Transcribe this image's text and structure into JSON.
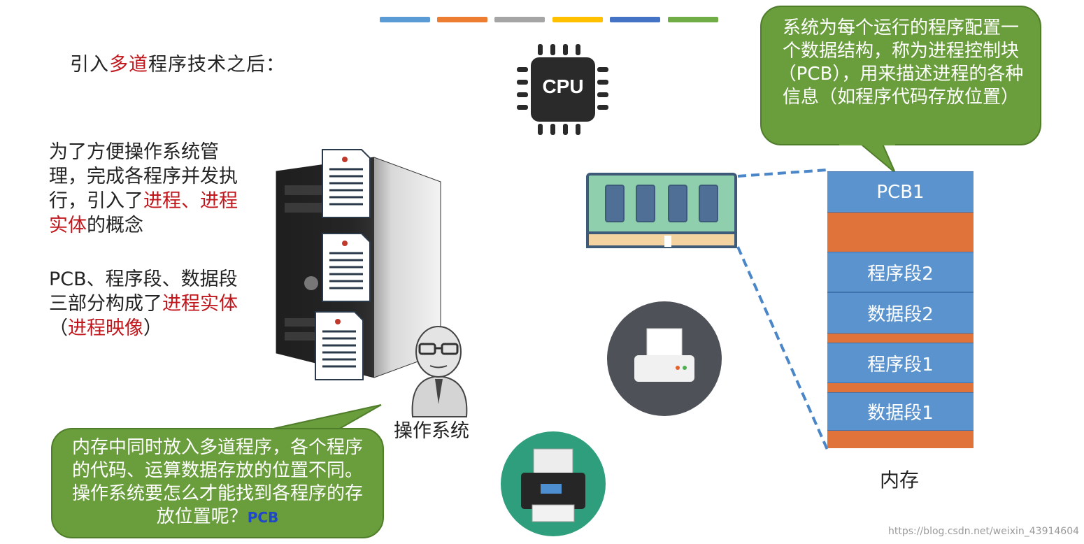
{
  "heading": {
    "prefix": "引入",
    "highlight": "多道",
    "suffix": "程序技术之后："
  },
  "paragraph1": {
    "text_a": "为了方便操作系统管理，完成各程序并发执行，引入了",
    "highlight_a": "进程、进程实体",
    "text_b": "的概念"
  },
  "paragraph2": {
    "text_a": "PCB、程序段、数据段三部分构成了",
    "highlight_a": "进程实体",
    "text_b": "（",
    "highlight_b": "进程映像",
    "text_c": "）"
  },
  "cpu_label": "CPU",
  "os_label": "操作系统",
  "bubble_top": "系统为每个运行的程序配置一个数据结构，称为进程控制块（PCB），用来描述进程的各种信息（如程序代码存放位置）",
  "bubble_bottom": {
    "text": "内存中同时放入多道程序，各个程序的代码、运算数据存放的位置不同。操作系统要怎么才能找到各程序的存放位置呢？",
    "tag": "PCB"
  },
  "memory": {
    "label": "内存",
    "blocks": [
      {
        "label": "PCB1",
        "kind": "blue"
      },
      {
        "label": "",
        "kind": "orange"
      },
      {
        "label": "程序段2",
        "kind": "blue"
      },
      {
        "label": "数据段2",
        "kind": "blue"
      },
      {
        "label": "",
        "kind": "orange"
      },
      {
        "label": "程序段1",
        "kind": "blue"
      },
      {
        "label": "",
        "kind": "orange"
      },
      {
        "label": "数据段1",
        "kind": "blue"
      },
      {
        "label": "",
        "kind": "orange"
      }
    ]
  },
  "top_colors": [
    "#5b9bd5",
    "#ed7d31",
    "#a5a5a5",
    "#ffc000",
    "#4472c4",
    "#70ad47"
  ],
  "colors": {
    "bubble": "#6a9e3c",
    "block_blue": "#5b93cf",
    "block_orange": "#e0733a",
    "highlight": "#c0161c",
    "dashed_line": "#4a86c8"
  },
  "icons": [
    "cpu-chip-icon",
    "server-tower-icon",
    "document-icon",
    "operating-system-person-icon",
    "memory-ram-icon",
    "printer-icon"
  ],
  "watermark": "https://blog.csdn.net/weixin_43914604"
}
